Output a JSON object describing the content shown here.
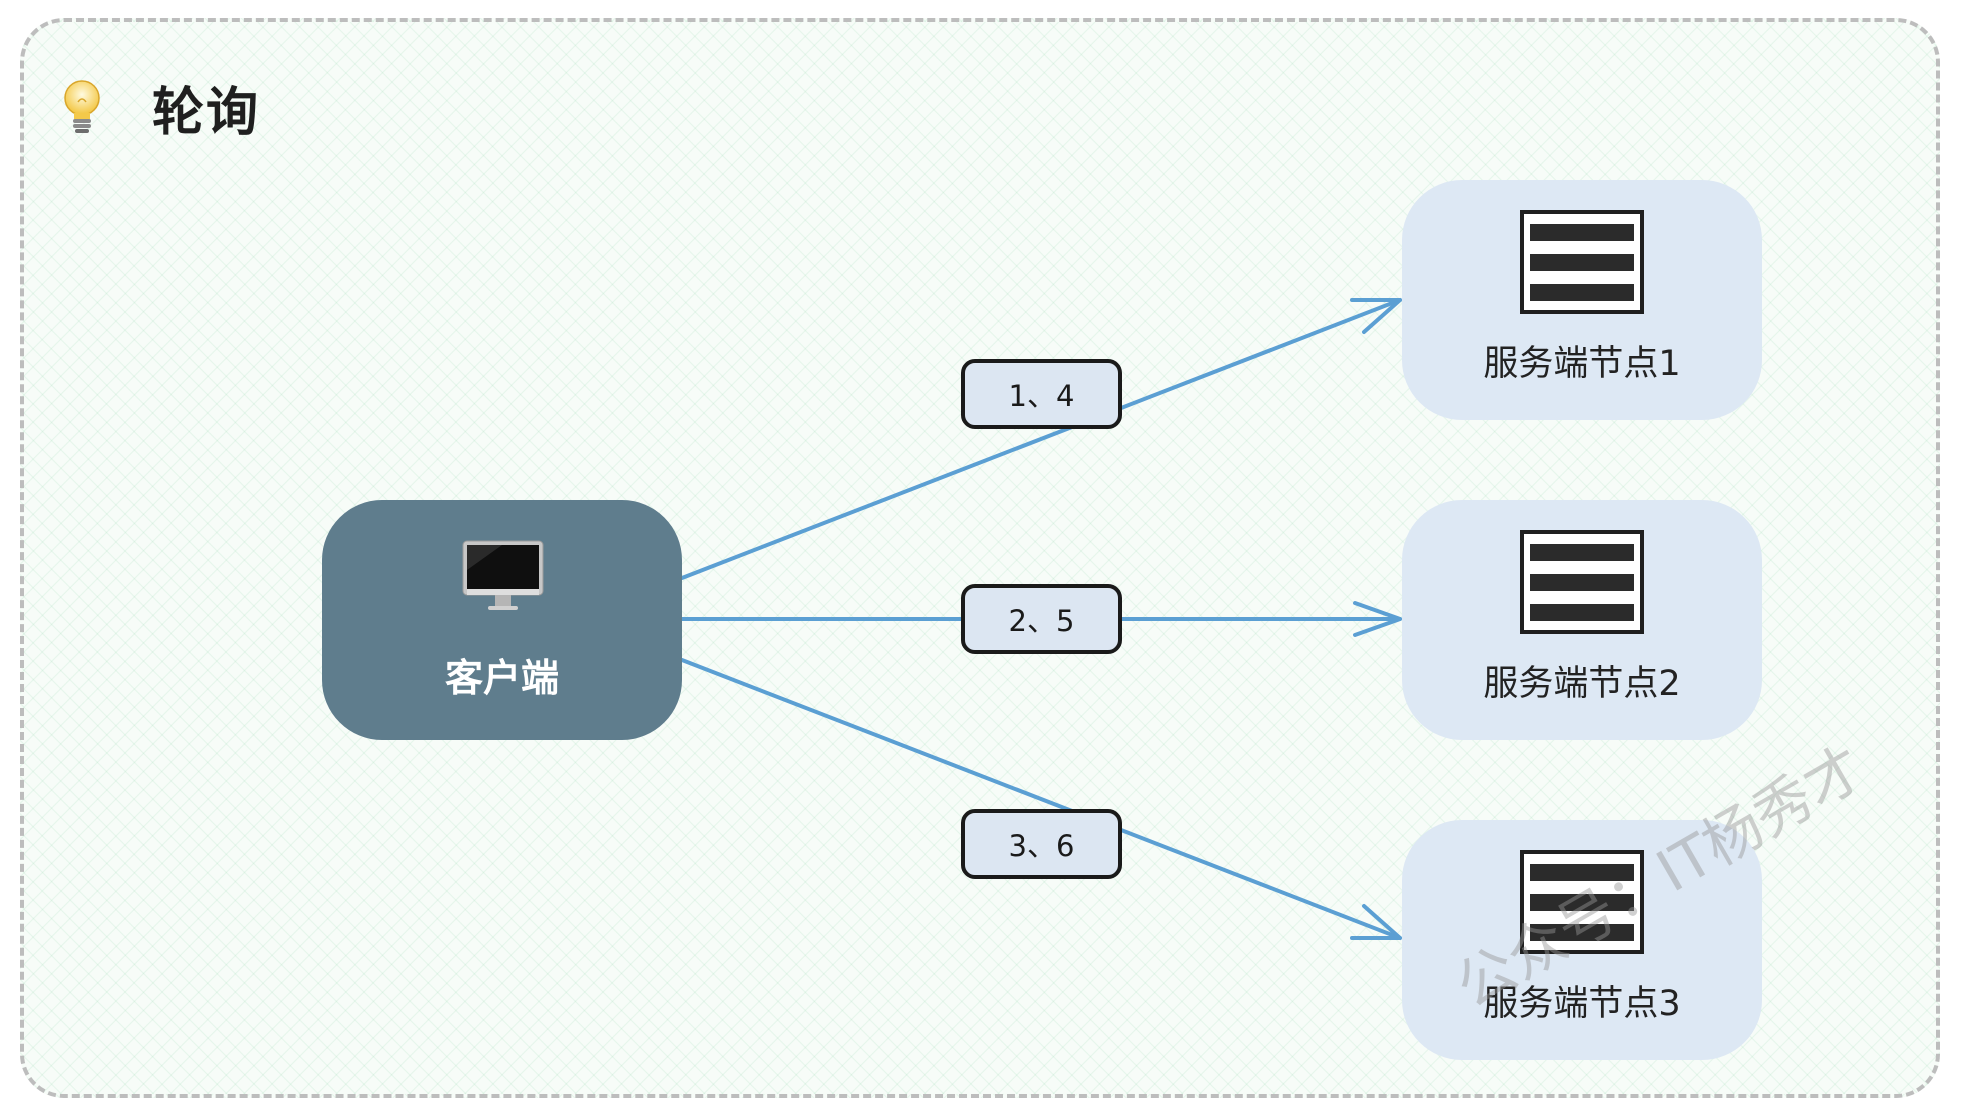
{
  "title": "轮询",
  "client": {
    "label": "客户端",
    "icon": "monitor-icon"
  },
  "servers": [
    {
      "label": "服务端节点1",
      "icon": "server-rack-icon"
    },
    {
      "label": "服务端节点2",
      "icon": "server-rack-icon"
    },
    {
      "label": "服务端节点3",
      "icon": "server-rack-icon"
    }
  ],
  "request_labels": [
    "1、4",
    "2、5",
    "3、6"
  ],
  "watermark": "公众号：IT杨秀才",
  "colors": {
    "edge": "#5b9fd3",
    "client_fill": "#5f7d8d",
    "server_fill": "#dde8f4",
    "label_fill": "#dce6f2",
    "frame_border": "#bdbdbd"
  }
}
